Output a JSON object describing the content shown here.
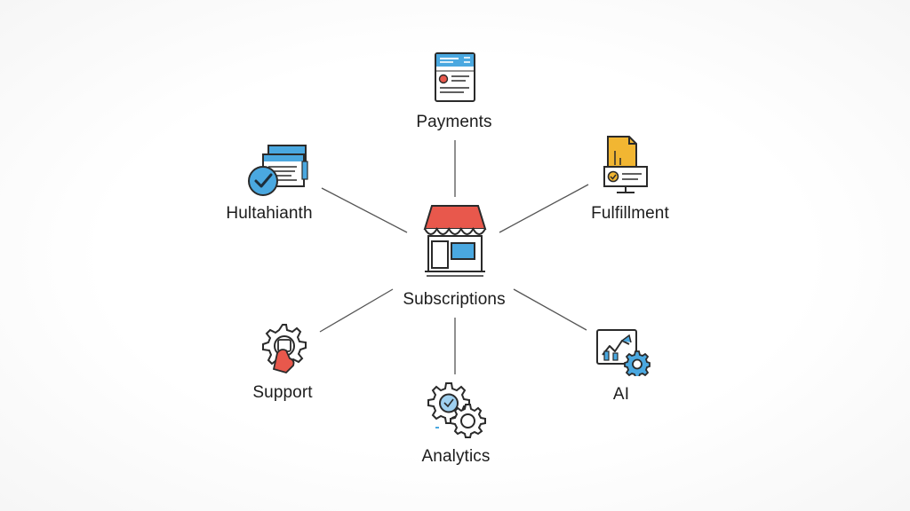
{
  "diagram": {
    "center": {
      "label": "Subscriptions",
      "icon": "storefront-icon"
    },
    "nodes": [
      {
        "id": "payments",
        "label": "Payments",
        "icon": "invoice-icon"
      },
      {
        "id": "left-top",
        "label": "Hultahianth",
        "icon": "documents-check-icon"
      },
      {
        "id": "fulfillment",
        "label": "Fulfillment",
        "icon": "document-monitor-icon"
      },
      {
        "id": "support",
        "label": "Support",
        "icon": "gear-hand-icon"
      },
      {
        "id": "analytics",
        "label": "Analytics",
        "icon": "gears-icon"
      },
      {
        "id": "ai",
        "label": "AI",
        "icon": "chart-gear-icon"
      }
    ],
    "colors": {
      "line": "#555555",
      "accent_blue": "#4aa8e0",
      "accent_red": "#e8584c",
      "accent_yellow": "#f2b632",
      "outline": "#2a2a2a"
    }
  }
}
